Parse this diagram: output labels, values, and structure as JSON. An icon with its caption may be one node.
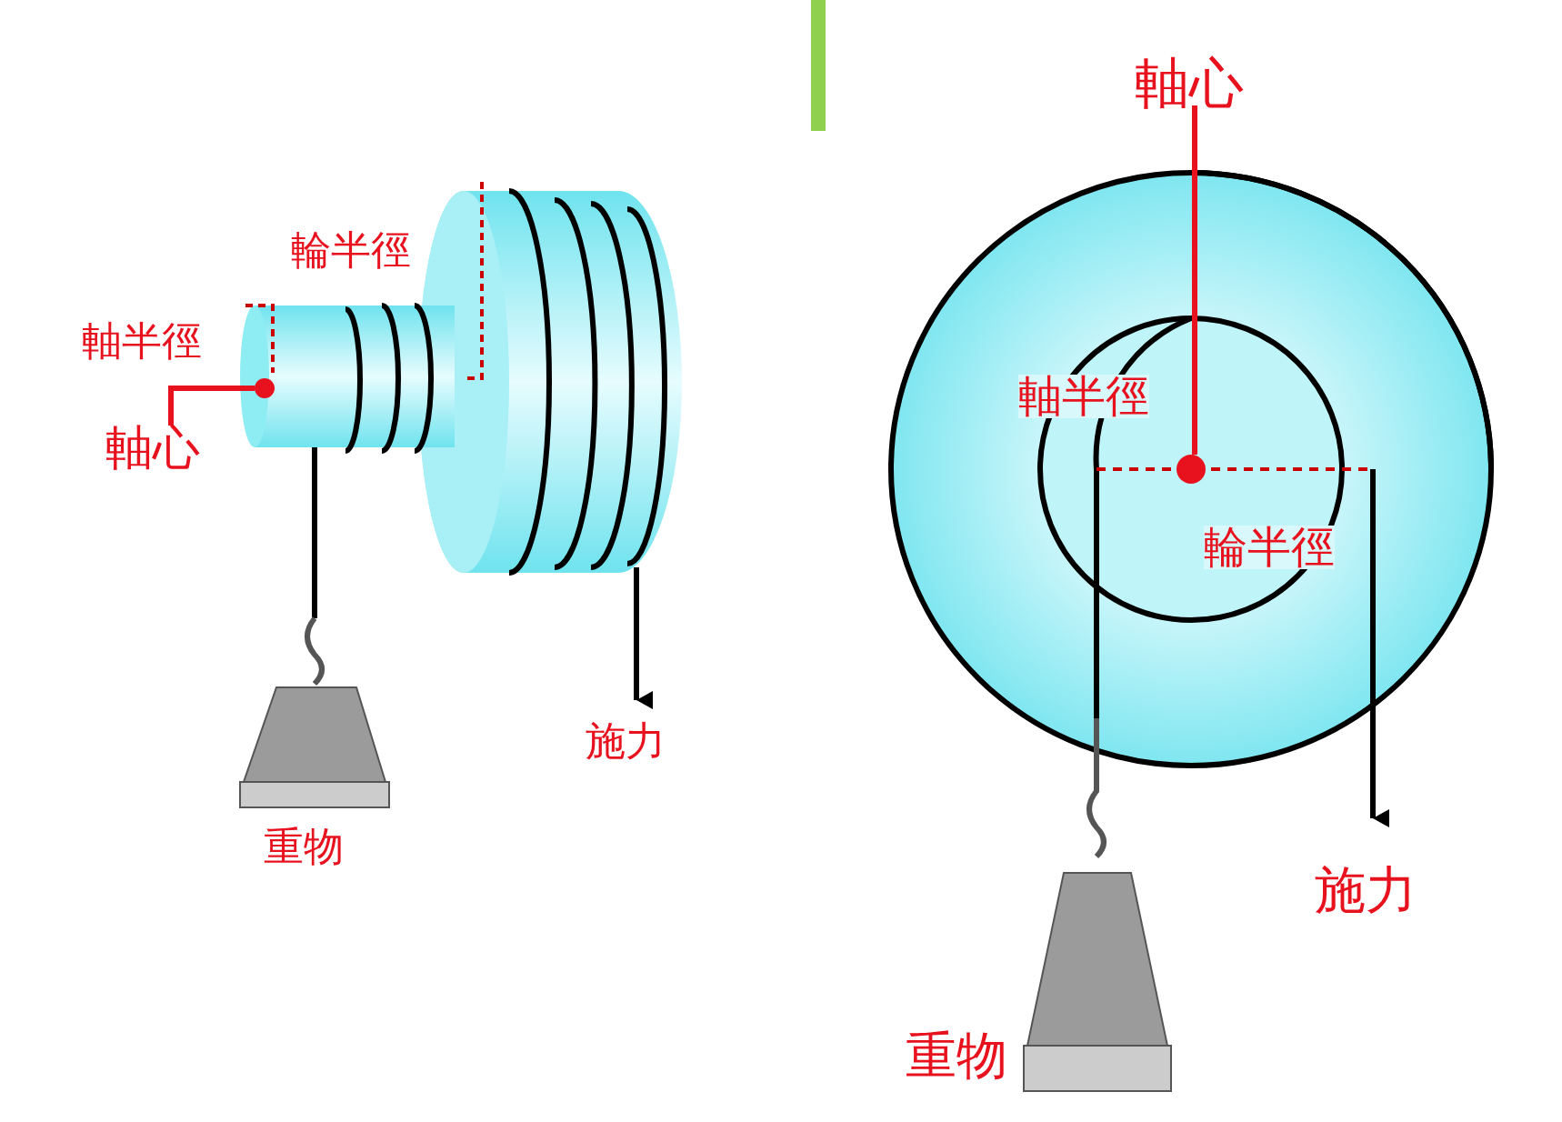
{
  "diagram": {
    "nodes": [
      {
        "text": [
          "軸心"
        ]
      },
      {
        "text": [],
        "shape": "circle"
      },
      {
        "text": [
          "軸心"
        ]
      },
      {
        "text": [],
        "shape": "circle"
      }
    ],
    "edges": [
      {
        "from": 0,
        "to": 1,
        "arrow": "none"
      },
      {
        "from": 2,
        "to": 3,
        "arrow": "none"
      }
    ],
    "labels": [
      "輪半徑",
      "軸半徑",
      "施力",
      "重物",
      "軸半徑",
      "輪半徑",
      "施力",
      "重物"
    ]
  }
}
